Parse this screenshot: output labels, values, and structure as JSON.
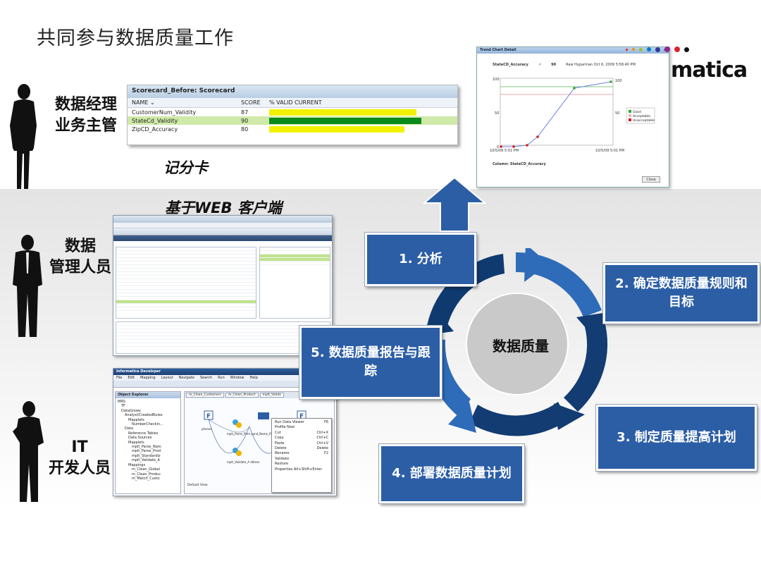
{
  "title": "共同参与数据质量工作",
  "roles": [
    {
      "line1": "数据经理",
      "line2": "业务主管"
    },
    {
      "line1": "数据",
      "line2": "管理人员"
    },
    {
      "line1": "IT",
      "line2": "开发人员"
    }
  ],
  "captions": {
    "scorecard": "记分卡",
    "web_client": "基于WEB 客户端"
  },
  "scorecard": {
    "title": "Scorecard_Before: Scorecard",
    "col_name": "NAME ⌄",
    "col_score": "SCORE",
    "col_valid": "% VALID CURRENT",
    "rows": [
      {
        "name": "CustomerNum_Validity",
        "score": "87",
        "value": 87,
        "color": "#f2f200"
      },
      {
        "name": "StateCd_Validity",
        "score": "90",
        "value": 90,
        "color": "#0a8a1a"
      },
      {
        "name": "ZipCD_Accuracy",
        "score": "80",
        "value": 80,
        "color": "#f2f200"
      }
    ]
  },
  "trend": {
    "window_title": "Trend Chart Detail",
    "series_name": "StateCD_Accuracy",
    "score": "90",
    "time_text": "Raw Hyparman Oct 6, 2009 5:58:40 PM",
    "y_left_top": "100",
    "y_left_mid": "50",
    "y_left_bottom": "0",
    "y_right_top": "100",
    "y_right_mid": "50",
    "x_start": "10/5/09 5:01 PM",
    "x_end": "10/5/09 5:01 PM",
    "column_label": "Column: StateCD_Accuracy",
    "close_label": "Close",
    "legend": [
      "Good",
      "Acceptable",
      "Unacceptable"
    ],
    "legend_colors": [
      "#2ea82e",
      "#e7b8b8",
      "#d81a1a"
    ]
  },
  "logo": {
    "text": "matica"
  },
  "dev": {
    "window_title": "Informatica Developer",
    "menu": [
      "File",
      "Edit",
      "Mapping",
      "Layout",
      "Navigate",
      "Search",
      "Run",
      "Window",
      "Help"
    ],
    "explorer_title": "Object Explorer",
    "tree": [
      "MRS",
      "TF",
      "DataGrowy",
      "Analyst/CreatedRules",
      "Mapplets",
      "NumberCheckin...",
      "Data",
      "Reference Tables",
      "Data Sources",
      "Mapplets",
      "mplt_Parse_Nam",
      "mplt_Parse_Prod",
      "mplt_Standardiz",
      "mplt_Validate_A",
      "Mappings",
      "m_Clean_Global",
      "m_Clean_Produc",
      "m_Match_Custo"
    ],
    "tabs": [
      "m_Clean_Customers",
      "m_Clean_Product",
      "mplt_Valida"
    ],
    "nodes": [
      "phones",
      "mplt_Parse_Prim ound_Name_PIN",
      "mplt_Validate_A ddress"
    ],
    "canvas_tab": "Default View",
    "context_menu": [
      {
        "label": "Run Data Viewer",
        "key": "F6"
      },
      {
        "label": "Profile Now",
        "key": ""
      },
      {
        "label": "Cut",
        "key": "Ctrl+X"
      },
      {
        "label": "Copy",
        "key": "Ctrl+C"
      },
      {
        "label": "Paste",
        "key": "Ctrl+V"
      },
      {
        "label": "Delete",
        "key": "Delete"
      },
      {
        "label": "Rename",
        "key": "F2"
      },
      {
        "label": "Validate",
        "key": ""
      },
      {
        "label": "Restore",
        "key": ""
      },
      {
        "label": "Properties  Alt+Shift+Enter",
        "key": ""
      }
    ]
  },
  "cycle": {
    "center": "数据质量",
    "steps": [
      {
        "label": "1. 分析"
      },
      {
        "label": "2. 确定数据质量规则和目标"
      },
      {
        "label": "3. 制定质量提高计划"
      },
      {
        "label": "4. 部署数据质量计划"
      },
      {
        "label": "5. 数据质量报告与跟踪"
      }
    ],
    "colors": {
      "step_bg": "#2c5ea6",
      "arrow_dark": "#123c72",
      "arrow_light": "#2e6bb8",
      "center": "#c9c9c9"
    }
  }
}
